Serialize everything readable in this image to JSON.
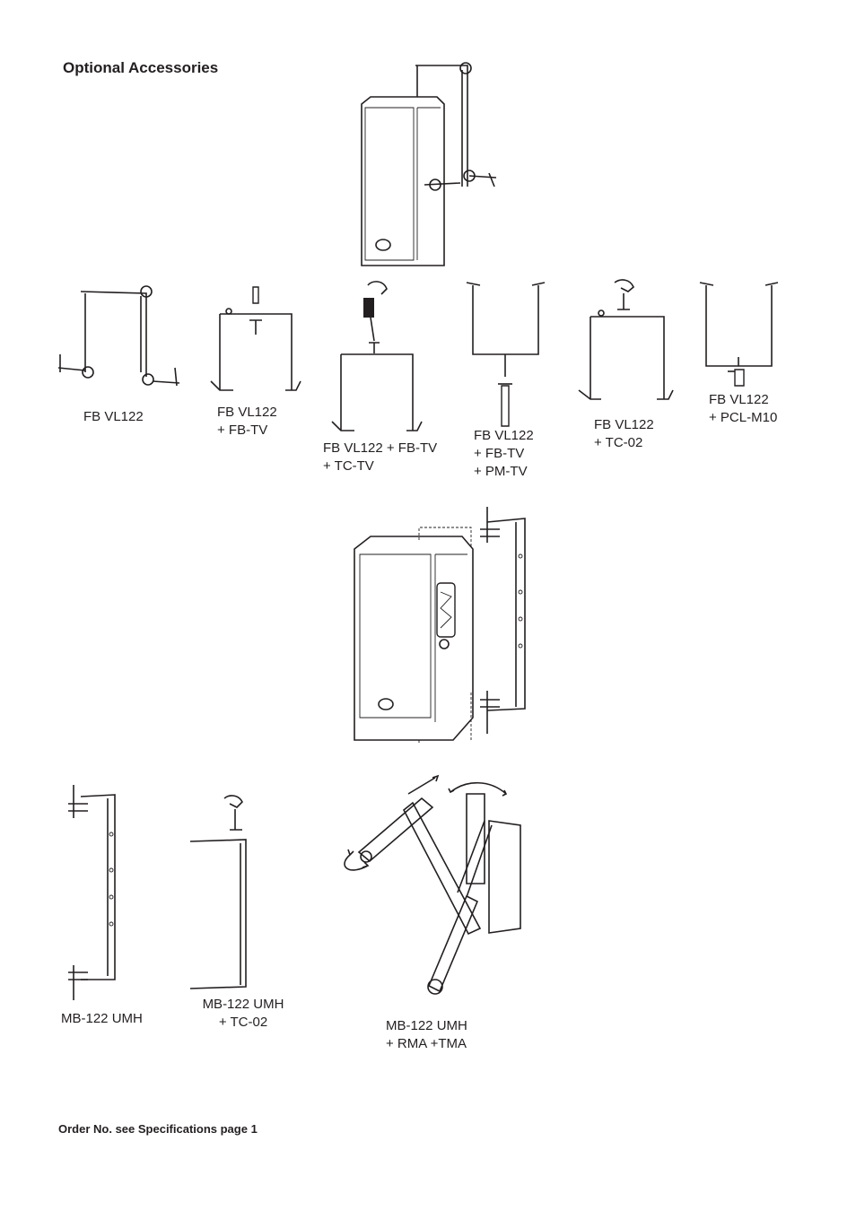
{
  "page": {
    "title": "Optional Accessories",
    "footer": "Order No. see Specifications page 1"
  },
  "captions": {
    "fb_vl122": "FB VL122",
    "fb_vl122_fbtv": "FB VL122\n+ FB-TV",
    "fb_vl122_fbtv_tctv": "FB VL122 + FB-TV\n+ TC-TV",
    "fb_vl122_fbtv_pmtv": "FB VL122\n+ FB-TV\n+ PM-TV",
    "fb_vl122_tc02": "FB VL122\n+ TC-02",
    "fb_vl122_pclm10": "FB VL122\n+ PCL-M10",
    "mb122_umh": "MB-122 UMH",
    "mb122_umh_tc02": "MB-122 UMH\n+ TC-02",
    "mb122_umh_rma_tma": "MB-122 UMH\n+ RMA +TMA"
  }
}
